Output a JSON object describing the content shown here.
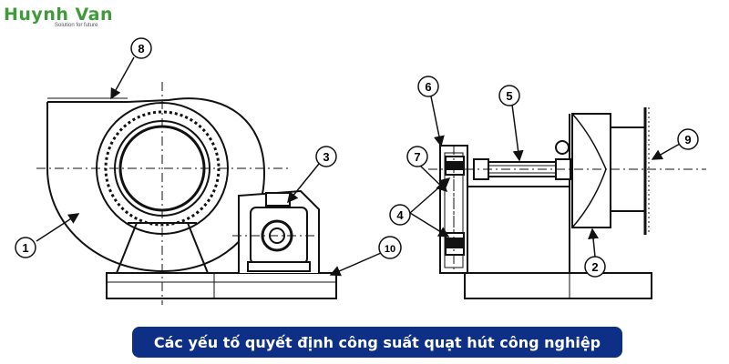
{
  "brand": {
    "name": "Huynh Van",
    "tagline": "Solution for future",
    "color": "#3f9b3a"
  },
  "caption": {
    "text": "Các yếu tố quyết định công suất quạt hút công nghiệp",
    "background": "#0d2f85"
  },
  "diagram": {
    "callouts": [
      "1",
      "2",
      "3",
      "4",
      "5",
      "6",
      "7",
      "8",
      "9",
      "10"
    ]
  }
}
